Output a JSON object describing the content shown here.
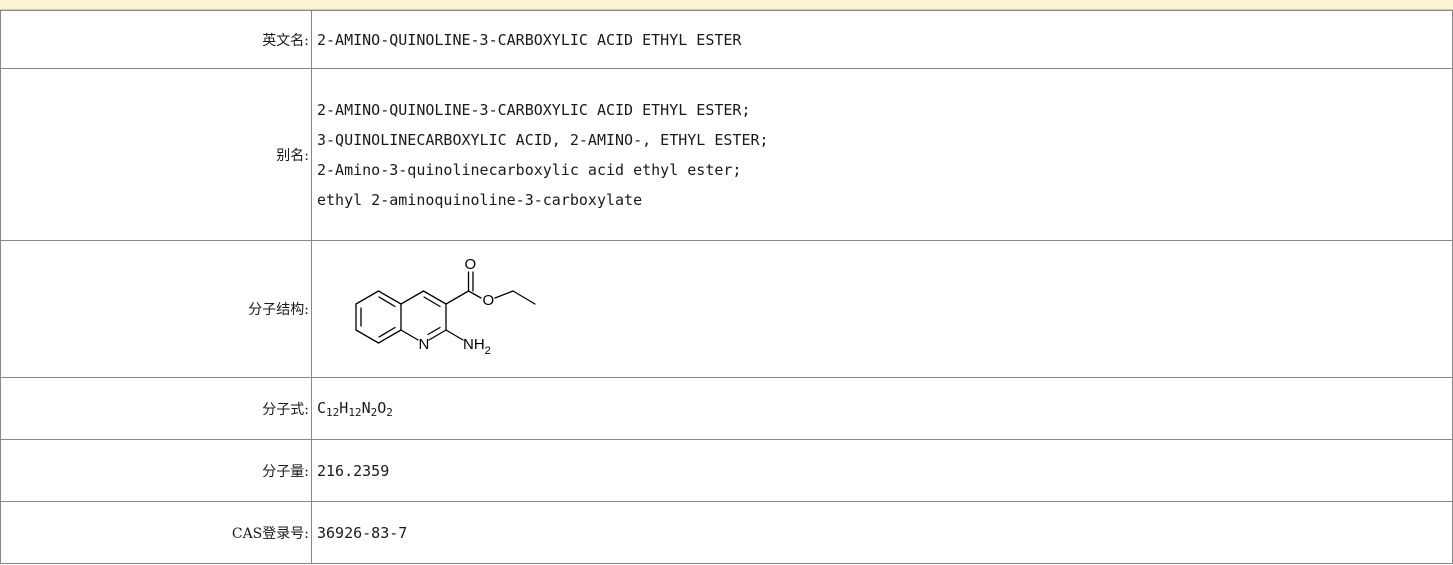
{
  "rows": {
    "english_name": {
      "label": "英文名:",
      "value": "2-AMINO-QUINOLINE-3-CARBOXYLIC ACID ETHYL ESTER"
    },
    "aliases": {
      "label": "别名:",
      "items": [
        "2-AMINO-QUINOLINE-3-CARBOXYLIC ACID ETHYL ESTER;",
        "3-QUINOLINECARBOXYLIC ACID, 2-AMINO-, ETHYL ESTER;",
        "2-Amino-3-quinolinecarboxylic acid ethyl ester;",
        "ethyl 2-aminoquinoline-3-carboxylate"
      ]
    },
    "structure": {
      "label": "分子结构:",
      "atoms": {
        "o_carbonyl": "O",
        "o_ester": "O",
        "n_ring": "N",
        "amine": "NH",
        "amine_sub": "2"
      }
    },
    "formula": {
      "label": "分子式:",
      "parts": [
        {
          "el": "C",
          "n": "12"
        },
        {
          "el": "H",
          "n": "12"
        },
        {
          "el": "N",
          "n": "2"
        },
        {
          "el": "O",
          "n": "2"
        }
      ]
    },
    "molecular_weight": {
      "label": "分子量:",
      "value": "216.2359"
    },
    "cas": {
      "label": "CAS登录号:",
      "value": "36926-83-7"
    }
  }
}
